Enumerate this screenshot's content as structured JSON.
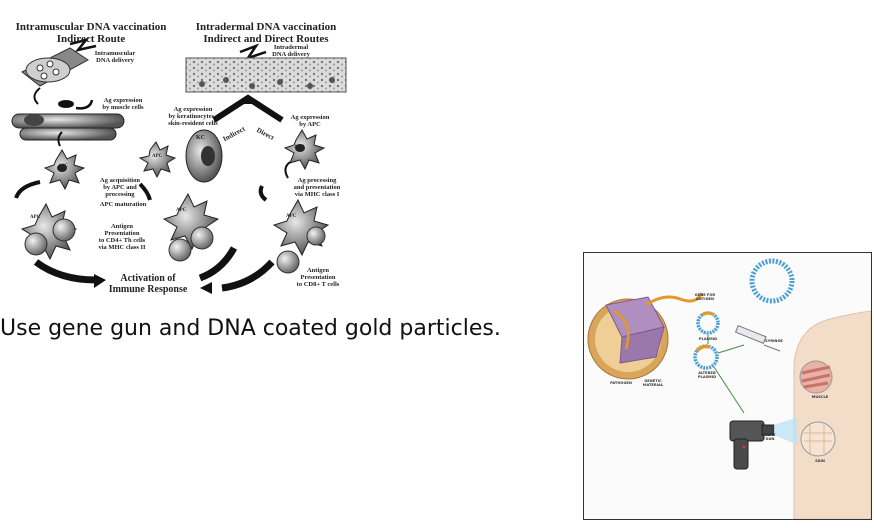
{
  "left_diagram": {
    "title_left_line1": "Intramuscular DNA vaccination",
    "title_left_line2": "Indirect Route",
    "title_right_line1": "Intradermal DNA vaccination",
    "title_right_line2": "Indirect and Direct Routes",
    "im_delivery": "Intramuscular\nDNA delivery",
    "id_delivery": "Intradermal\nDNA delivery",
    "ag_expression_muscle": "Ag expression\nby muscle cells",
    "ag_expression_keratinocytes": "Ag expression\nby keratinocytes /\nskin-resident cells",
    "ag_expression_apc": "Ag expression\nby APC",
    "indirect": "Indirect",
    "direct": "Direct",
    "ag_acquisition": "Ag acquisition\nby APC and\nprocessing",
    "apc_maturation": "APC maturation",
    "ag_processing": "Ag processing\nand presentation\nvia MHC class I",
    "antigen_presentation_cd4": "Antigen\nPresentation\nto CD4+ Th cells\nvia MHC class II",
    "antigen_presentation_cd8": "Antigen\nPresentation\nto CD8+ T cells",
    "activation_line1": "Activation of",
    "activation_line2": "Immune Response",
    "apc": "APC",
    "kc": "KC"
  },
  "caption": "Use gene gun and DNA coated gold particles.",
  "right_diagram": {
    "gene_for_antigen": "GENE FOR\nANTIGEN",
    "plasmid": "PLASMID",
    "altered_plasmid": "ALTERED\nPLASMID",
    "syringe": "SYRINGE",
    "pathogen": "PATHOGEN",
    "genetic_material": "GENETIC\nMATERIAL",
    "muscle": "MUSCLE",
    "gene_gun": "GENE\nGUN",
    "skin": "SKIN"
  },
  "colors": {
    "pathogen": "#b08ec0",
    "pathogen_outer": "#d9a55a",
    "plasmid": "#4a9fd8",
    "gene_segment": "#e39a2c",
    "body": "#f3dcc8",
    "muscle": "#c9716a"
  }
}
